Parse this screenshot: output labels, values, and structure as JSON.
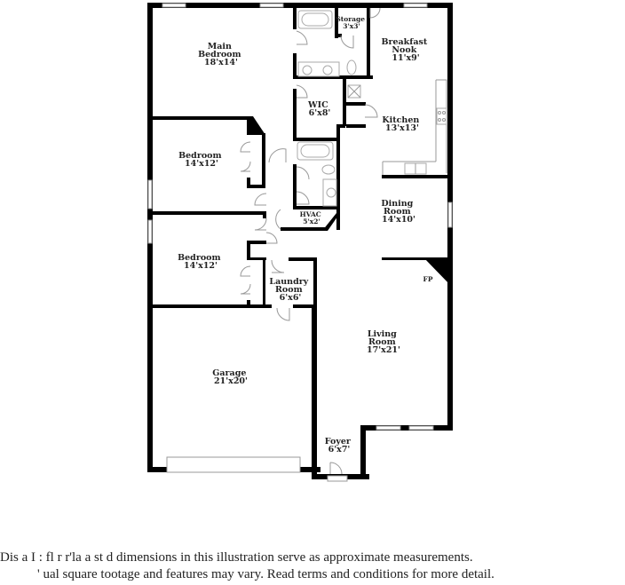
{
  "floor_plan": {
    "rooms": [
      {
        "id": "main-bedroom",
        "name_lines": [
          "Main",
          "Bedroom"
        ],
        "dims": "18'x14'"
      },
      {
        "id": "storage",
        "name_lines": [
          "Storage"
        ],
        "dims": "3'x3'"
      },
      {
        "id": "breakfast-nook",
        "name_lines": [
          "Breakfast",
          "Nook"
        ],
        "dims": "11'x9'"
      },
      {
        "id": "wic",
        "name_lines": [
          "WIC"
        ],
        "dims": "6'x8'"
      },
      {
        "id": "kitchen",
        "name_lines": [
          "Kitchen"
        ],
        "dims": "13'x13'"
      },
      {
        "id": "bedroom-1",
        "name_lines": [
          "Bedroom"
        ],
        "dims": "14'x12'"
      },
      {
        "id": "hvac",
        "name_lines": [
          "HVAC"
        ],
        "dims": "5'x2'"
      },
      {
        "id": "dining-room",
        "name_lines": [
          "Dining",
          "Room"
        ],
        "dims": "14'x10'"
      },
      {
        "id": "bedroom-2",
        "name_lines": [
          "Bedroom"
        ],
        "dims": "14'x12'"
      },
      {
        "id": "laundry-room",
        "name_lines": [
          "Laundry",
          "Room"
        ],
        "dims": "6'x6'"
      },
      {
        "id": "living-room",
        "name_lines": [
          "Living",
          "Room"
        ],
        "dims": "17'x21'"
      },
      {
        "id": "garage",
        "name_lines": [
          "Garage"
        ],
        "dims": "21'x20'"
      },
      {
        "id": "foyer",
        "name_lines": [
          "Foyer"
        ],
        "dims": "6'x7'"
      }
    ],
    "fireplace_label": "FP"
  },
  "disclaimer": {
    "line1": "Dis  a      I  : fl   r r'la  a    st    d dimensions in this illustration serve as approximate measurements.",
    "line2": "  '  ual square tootage and features may vary. Read terms and conditions for more detail."
  }
}
